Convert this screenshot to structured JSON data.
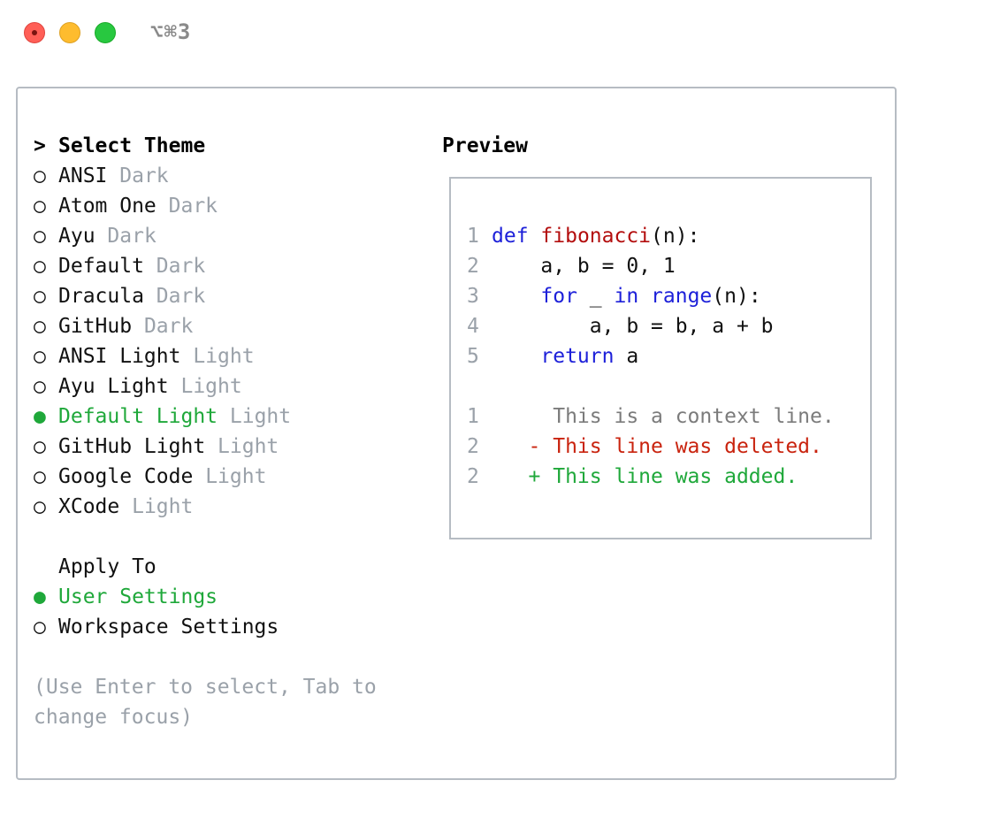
{
  "window": {
    "shortcut": "⌥⌘3"
  },
  "theme_select": {
    "prompt": ">",
    "heading": "Select Theme",
    "items": [
      {
        "bullet": "○",
        "name": "ANSI",
        "variant": "Dark"
      },
      {
        "bullet": "○",
        "name": "Atom One",
        "variant": "Dark"
      },
      {
        "bullet": "○",
        "name": "Ayu",
        "variant": "Dark"
      },
      {
        "bullet": "○",
        "name": "Default",
        "variant": "Dark"
      },
      {
        "bullet": "○",
        "name": "Dracula",
        "variant": "Dark"
      },
      {
        "bullet": "○",
        "name": "GitHub",
        "variant": "Dark"
      },
      {
        "bullet": "○",
        "name": "ANSI Light",
        "variant": "Light"
      },
      {
        "bullet": "○",
        "name": "Ayu Light",
        "variant": "Light"
      },
      {
        "bullet": "●",
        "name": "Default Light",
        "variant": "Light"
      },
      {
        "bullet": "○",
        "name": "GitHub Light",
        "variant": "Light"
      },
      {
        "bullet": "○",
        "name": "Google Code",
        "variant": "Light"
      },
      {
        "bullet": "○",
        "name": "XCode",
        "variant": "Light"
      }
    ],
    "selected_index": 8
  },
  "apply_to": {
    "heading": "Apply To",
    "items": [
      {
        "bullet": "●",
        "label": "User Settings"
      },
      {
        "bullet": "○",
        "label": "Workspace Settings"
      }
    ],
    "selected_index": 0
  },
  "help": {
    "line1": "(Use Enter to select, Tab to",
    "line2": "change focus)"
  },
  "preview": {
    "heading": "Preview",
    "code": {
      "l1": {
        "num": "1",
        "kw": "def",
        "fn": "fibonacci",
        "rest": "(n):"
      },
      "l2": {
        "num": "2",
        "text": "    a, b = 0, 1"
      },
      "l3": {
        "num": "3",
        "indent": "    ",
        "kw1": "for",
        "mid": " _ ",
        "kw2": "in",
        "fn": "range",
        "rest": "(n):"
      },
      "l4": {
        "num": "4",
        "text": "        a, b = b, a + b"
      },
      "l5": {
        "num": "5",
        "indent": "    ",
        "kw": "return",
        "rest": " a"
      }
    },
    "diff": {
      "d1": {
        "num": "1",
        "text": "     This is a context line."
      },
      "d2": {
        "num": "2",
        "text": "   - This line was deleted."
      },
      "d3": {
        "num": "2",
        "text": "   + This line was added."
      }
    }
  },
  "colors": {
    "selected": "#1fa83a",
    "muted": "#9aa1a9",
    "keyword": "#1d20d9",
    "function": "#b30d0d",
    "deleted": "#c9230e",
    "added": "#1fa83a",
    "border": "#b6bcc3"
  }
}
